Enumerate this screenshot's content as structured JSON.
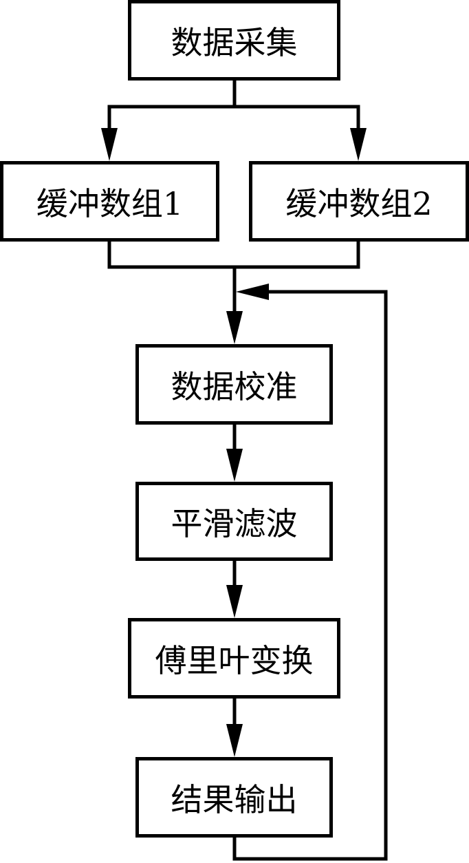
{
  "diagram": {
    "type": "flowchart",
    "line_color": "#000000",
    "nodes": [
      {
        "id": "acquire",
        "label": "数据采集"
      },
      {
        "id": "buffer1",
        "label": "缓冲数组1"
      },
      {
        "id": "buffer2",
        "label": "缓冲数组2"
      },
      {
        "id": "calibrate",
        "label": "数据校准"
      },
      {
        "id": "smooth",
        "label": "平滑滤波"
      },
      {
        "id": "fourier",
        "label": "傅里叶变换"
      },
      {
        "id": "output",
        "label": "结果输出"
      }
    ],
    "edges": [
      {
        "from": "acquire",
        "to": "buffer1"
      },
      {
        "from": "acquire",
        "to": "buffer2"
      },
      {
        "from": "buffer1",
        "to": "calibrate"
      },
      {
        "from": "buffer2",
        "to": "calibrate"
      },
      {
        "from": "calibrate",
        "to": "smooth"
      },
      {
        "from": "smooth",
        "to": "fourier"
      },
      {
        "from": "fourier",
        "to": "output"
      },
      {
        "from": "output",
        "to": "calibrate",
        "kind": "feedback-loop"
      }
    ]
  }
}
